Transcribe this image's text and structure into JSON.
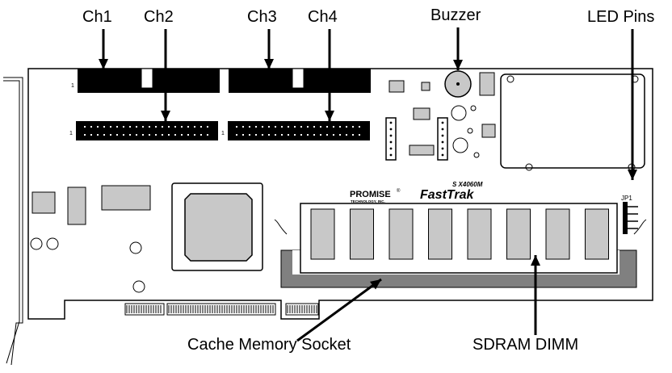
{
  "labels": {
    "ch1": "Ch1",
    "ch2": "Ch2",
    "ch3": "Ch3",
    "ch4": "Ch4",
    "buzzer": "Buzzer",
    "led_pins": "LED Pins",
    "cache_socket": "Cache Memory Socket",
    "sdram": "SDRAM DIMM"
  },
  "board_text": {
    "brand": "PROMISE",
    "brand_reg": "®",
    "brand_sub": "TECHNOLOGY, INC.",
    "product": "FastTrak",
    "model": "S X4060M",
    "jumper": "JP1",
    "pin1": "1"
  },
  "colors": {
    "connector": "#000000",
    "chip": "#c8c8c8",
    "socket": "#808080"
  }
}
